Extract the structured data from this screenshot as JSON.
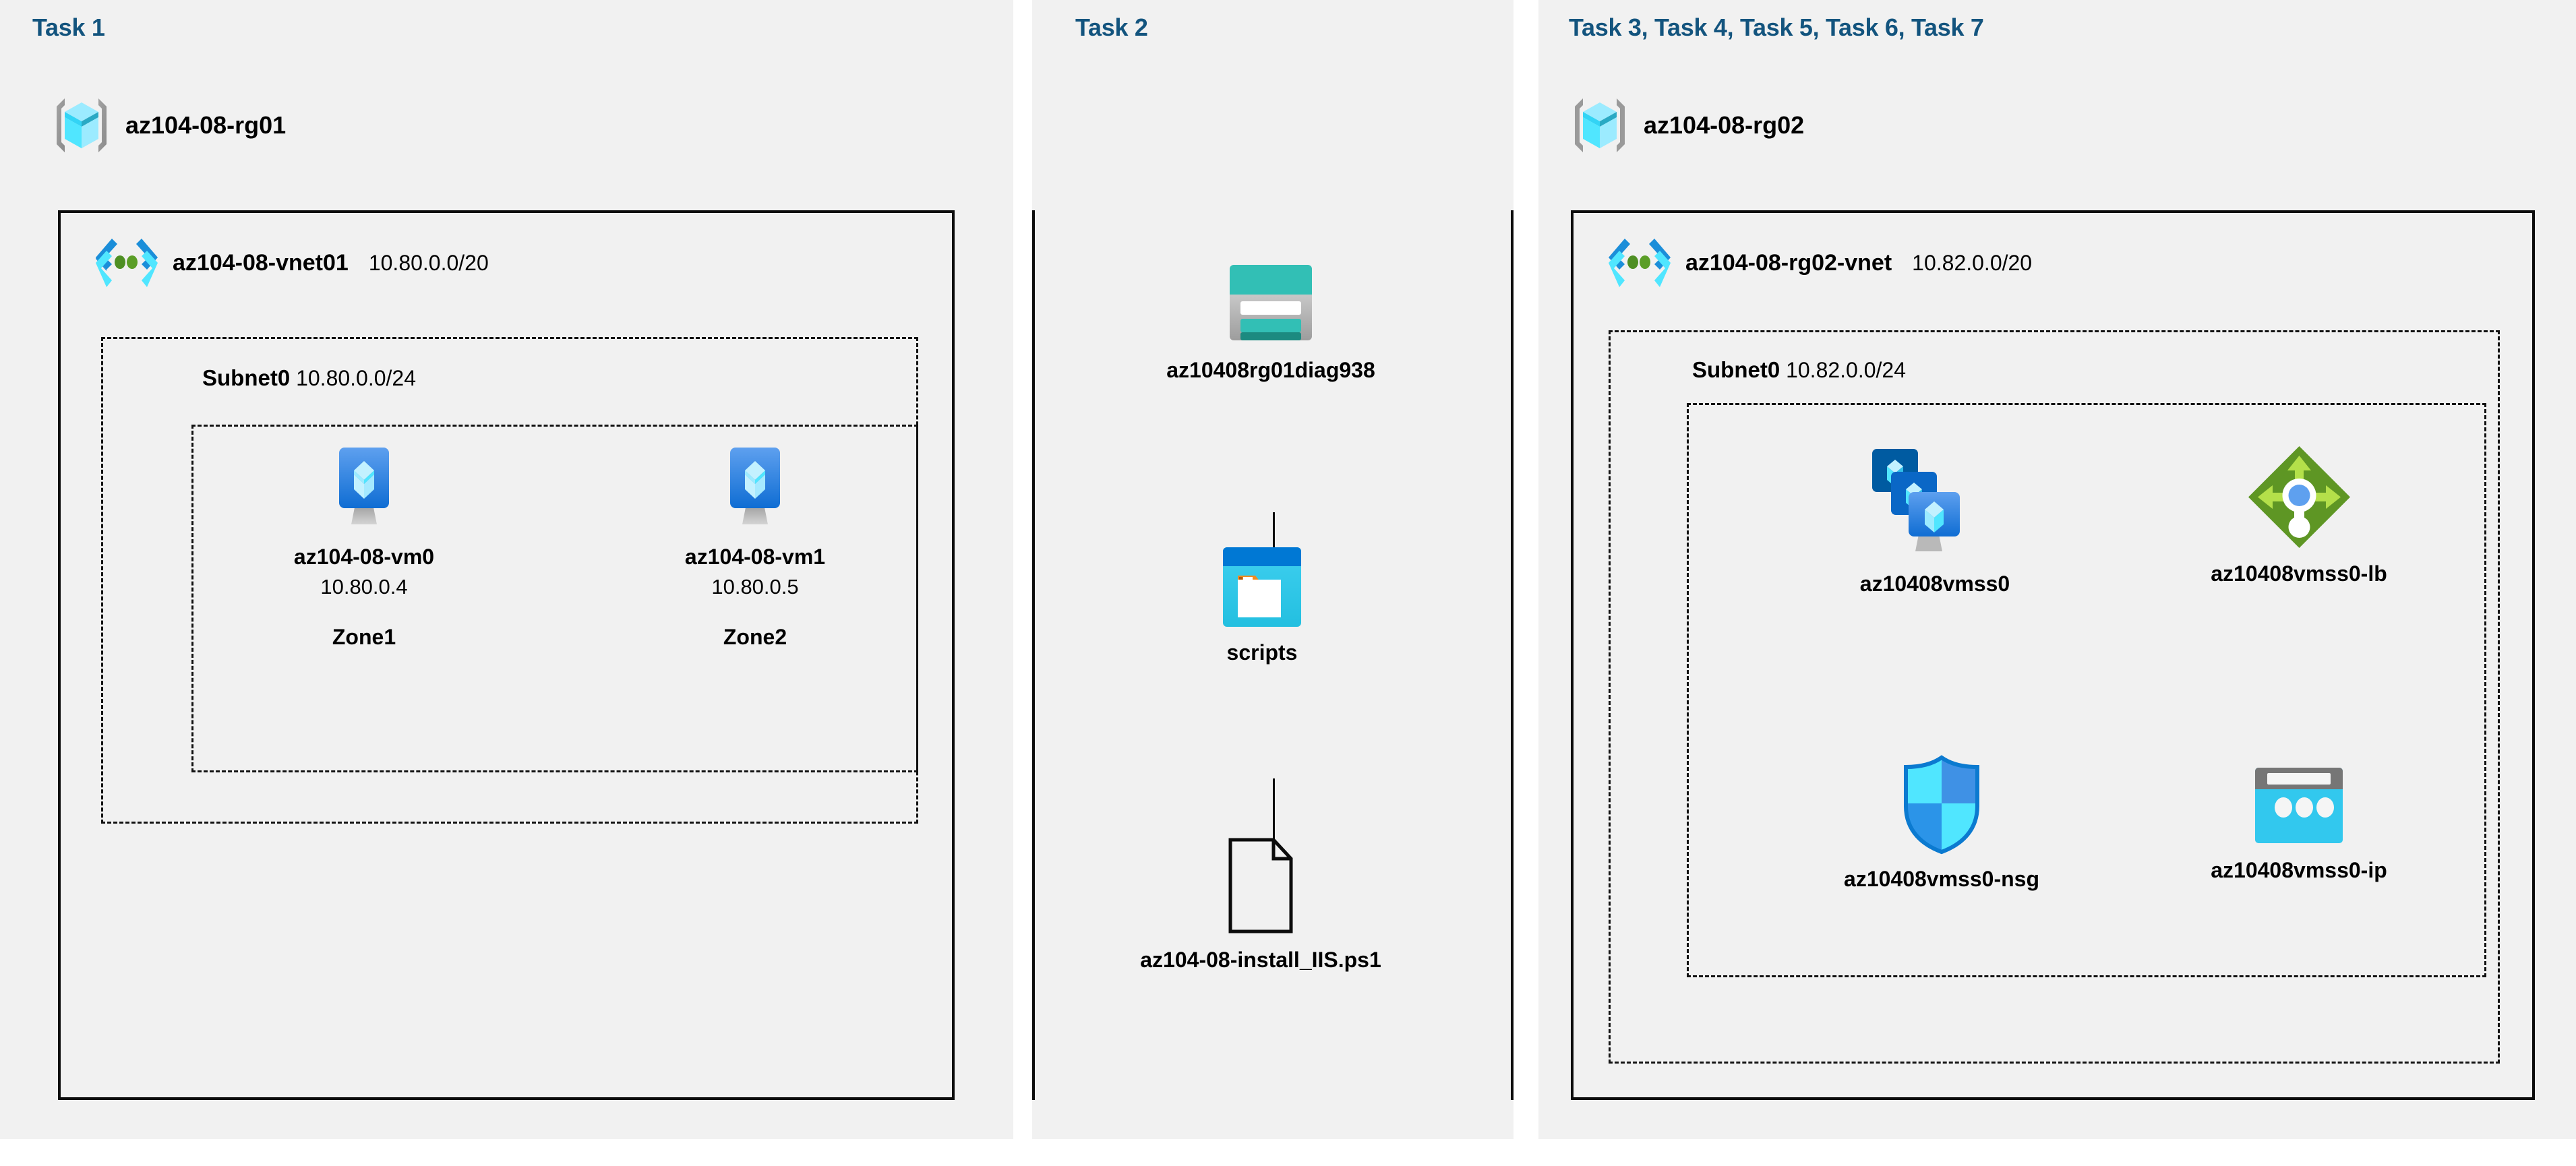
{
  "columns": [
    {
      "id": "task1",
      "label": "Task 1"
    },
    {
      "id": "task2",
      "label": "Task 2"
    },
    {
      "id": "task3",
      "label": "Task 3, Task 4, Task 5, Task 6, Task 7"
    }
  ],
  "resource_groups": [
    {
      "name": "az104-08-rg01",
      "icon": "resource-group-icon"
    },
    {
      "name": "az104-08-rg02",
      "icon": "resource-group-icon"
    }
  ],
  "vnets": [
    {
      "name": "az104-08-vnet01",
      "cidr": "10.80.0.0/20",
      "icon": "virtual-network-icon"
    },
    {
      "name": "az104-08-rg02-vnet",
      "cidr": "10.82.0.0/20",
      "icon": "virtual-network-icon"
    }
  ],
  "subnets": [
    {
      "name": "Subnet0",
      "cidr": "10.80.0.0/24"
    },
    {
      "name": "Subnet0",
      "cidr": "10.82.0.0/24"
    }
  ],
  "virtual_machines": [
    {
      "name": "az104-08-vm0",
      "ip": "10.80.0.4",
      "zone": "Zone1",
      "icon": "virtual-machine-icon"
    },
    {
      "name": "az104-08-vm1",
      "ip": "10.80.0.5",
      "zone": "Zone2",
      "icon": "virtual-machine-icon"
    }
  ],
  "storage": {
    "account": {
      "name": "az10408rg01diag938",
      "icon": "storage-account-icon"
    },
    "container": {
      "name": "scripts",
      "icon": "blob-container-icon"
    },
    "file": {
      "name": "az104-08-install_IIS.ps1",
      "icon": "script-file-icon"
    }
  },
  "scale_set_resources": [
    {
      "name": "az10408vmss0",
      "icon": "vm-scale-set-icon"
    },
    {
      "name": "az10408vmss0-lb",
      "icon": "load-balancer-icon"
    },
    {
      "name": "az10408vmss0-nsg",
      "icon": "network-security-group-icon"
    },
    {
      "name": "az10408vmss0-ip",
      "icon": "public-ip-address-icon"
    }
  ],
  "colors": {
    "panel_bg": "#f1f1f1",
    "task_label": "#13547e",
    "border": "#0c0c0c",
    "azure_blue": "#0078d4",
    "azure_cyan": "#50e6ff",
    "storage_teal": "#32bfb5",
    "lb_green": "#6bb12a",
    "page_bg": "#ffffff"
  }
}
